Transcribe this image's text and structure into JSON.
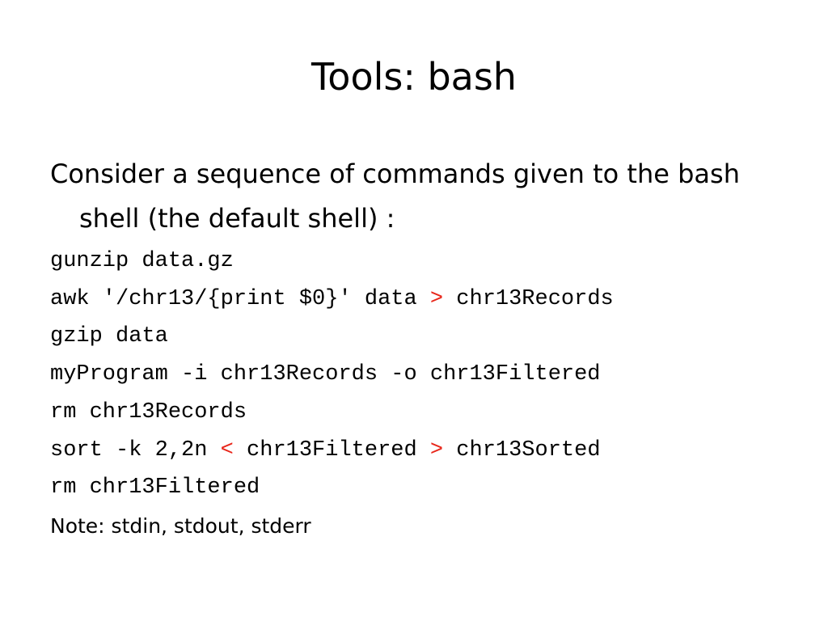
{
  "slide": {
    "title": "Tools: bash",
    "intro": "Consider a sequence of commands given to the bash shell (the default shell) :",
    "commands": [
      {
        "parts": [
          {
            "text": "gunzip data.gz",
            "op": false
          }
        ]
      },
      {
        "parts": [
          {
            "text": "awk '/chr13/{print $0}' data ",
            "op": false
          },
          {
            "text": ">",
            "op": true
          },
          {
            "text": " chr13Records",
            "op": false
          }
        ]
      },
      {
        "parts": [
          {
            "text": "gzip data",
            "op": false
          }
        ]
      },
      {
        "parts": [
          {
            "text": "myProgram -i chr13Records -o chr13Filtered",
            "op": false
          }
        ]
      },
      {
        "parts": [
          {
            "text": "rm chr13Records",
            "op": false
          }
        ]
      },
      {
        "parts": [
          {
            "text": "sort -k 2,2n ",
            "op": false
          },
          {
            "text": "<",
            "op": true
          },
          {
            "text": " chr13Filtered ",
            "op": false
          },
          {
            "text": ">",
            "op": true
          },
          {
            "text": " chr13Sorted",
            "op": false
          }
        ]
      },
      {
        "parts": [
          {
            "text": "rm chr13Filtered",
            "op": false
          }
        ]
      }
    ],
    "note": "Note: stdin, stdout, stderr"
  },
  "colors": {
    "operator": "#e8261a",
    "text": "#000000",
    "background": "#ffffff"
  }
}
